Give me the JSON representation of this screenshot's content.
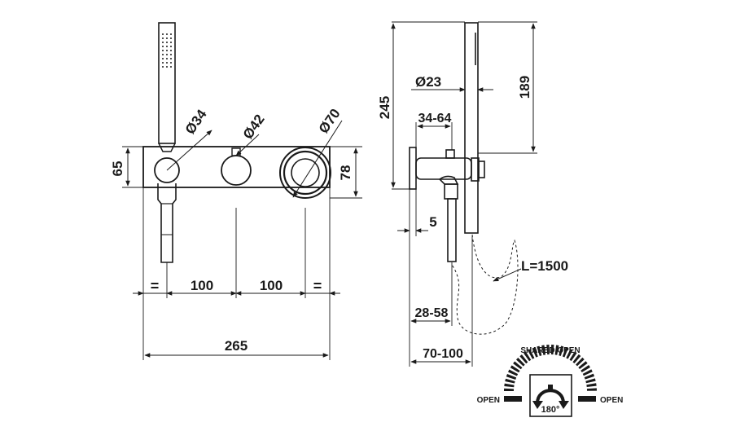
{
  "front_view": {
    "dim_diam_shower": "Ø34",
    "dim_diam_knob": "Ø42",
    "dim_diam_rosette": "Ø70",
    "dim_height_plate": "65",
    "dim_height_rosette": "78",
    "dim_equal_left": "=",
    "dim_spacing_1": "100",
    "dim_spacing_2": "100",
    "dim_equal_right": "=",
    "dim_total_width": "265"
  },
  "side_view": {
    "dim_total_height": "245",
    "dim_diam_handset": "Ø23",
    "dim_handset_height": "189",
    "dim_range_a": "34-64",
    "dim_wall_offset": "5",
    "dim_hose_length": "L=1500",
    "dim_range_b": "28-58",
    "dim_range_c": "70-100"
  },
  "diverter_legend": {
    "shared_open": "SHARED OPEN",
    "open_left": "OPEN",
    "open_right": "OPEN",
    "rotation": "180°"
  }
}
